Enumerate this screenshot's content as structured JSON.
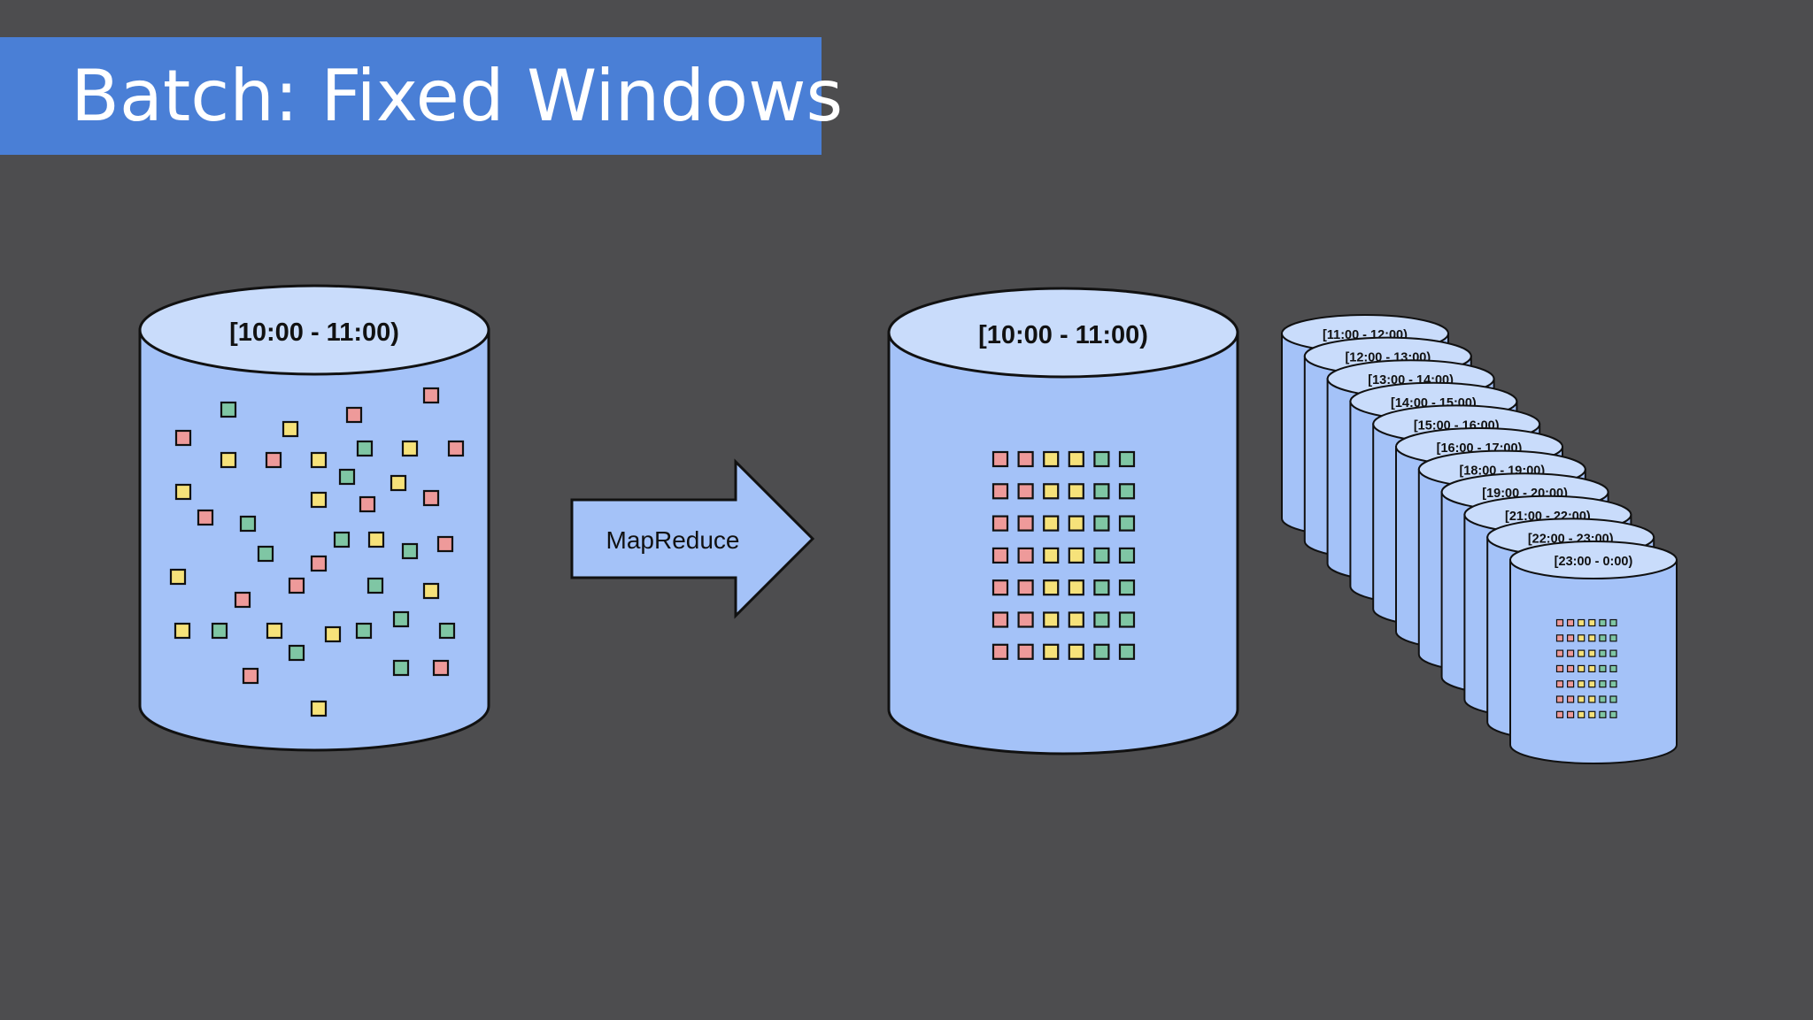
{
  "title": "Batch: Fixed Windows",
  "colors": {
    "background": "#4d4d4f",
    "banner": "#4a7fd6",
    "cylinder_body": "#a4c2f8",
    "cylinder_top": "#c9dcfb",
    "red": "#ee9a9a",
    "green": "#7fc6a4",
    "yellow": "#f6e27a"
  },
  "source": {
    "label": "[10:00 - 11:00)"
  },
  "arrow": {
    "label": "MapReduce"
  },
  "result": {
    "label": "[10:00 - 11:00)",
    "grid_colors": [
      "red",
      "red",
      "yellow",
      "yellow",
      "green",
      "green"
    ],
    "rows": 7
  },
  "windows": [
    "[11:00 - 12:00)",
    "[12:00 - 13:00)",
    "[13:00 - 14:00)",
    "[14:00 - 15:00)",
    "[15:00 - 16:00)",
    "[16:00 - 17:00)",
    "[18:00 - 19:00)",
    "[19:00 - 20:00)",
    "[21:00 - 22:00)",
    "[22:00 - 23:00)",
    "[23:00 - 0:00)"
  ]
}
